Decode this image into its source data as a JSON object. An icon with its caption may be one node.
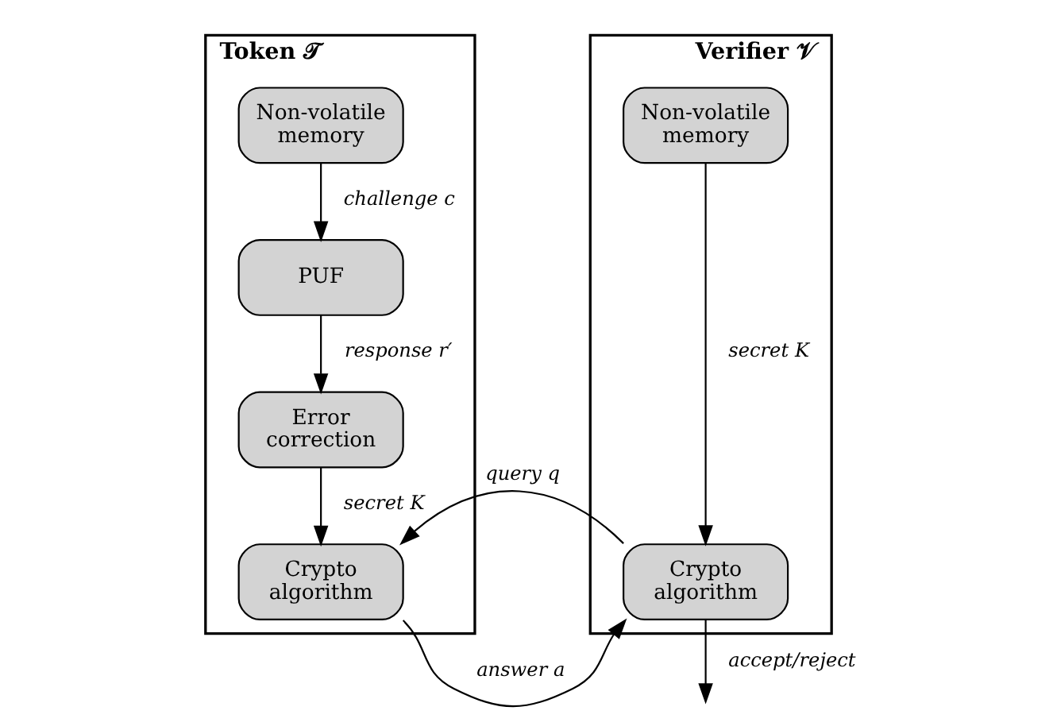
{
  "diagram": {
    "nodes": [
      {
        "text": [
          "Token 𝒯"
        ]
      },
      {
        "text": [
          "Non-volatile memory"
        ],
        "in": 0
      },
      {
        "text": [
          "PUF"
        ],
        "in": 0
      },
      {
        "text": [
          "Error correction"
        ],
        "in": 0
      },
      {
        "text": [
          "Crypto algorithm"
        ],
        "in": 0
      },
      {
        "text": [
          "Verifier 𝒱"
        ]
      },
      {
        "text": [
          "Non-volatile memory"
        ],
        "in": 5
      },
      {
        "text": [
          "Crypto algorithm"
        ],
        "in": 5
      }
    ],
    "edges": [
      {
        "from": 1,
        "to": 2,
        "arrow": "to",
        "label": "challenge c"
      },
      {
        "from": 2,
        "to": 3,
        "arrow": "to",
        "label": "response r′"
      },
      {
        "from": 3,
        "to": 4,
        "arrow": "to",
        "label": "secret K"
      },
      {
        "from": 6,
        "to": 7,
        "arrow": "to",
        "label": "secret K"
      },
      {
        "from": 7,
        "to": 4,
        "arrow": "to",
        "label": "query q"
      },
      {
        "from": 4,
        "to": 7,
        "arrow": "to",
        "label": "answer a"
      },
      {
        "from": 7,
        "to": null,
        "arrow": "to",
        "label": "accept/reject"
      }
    ]
  }
}
